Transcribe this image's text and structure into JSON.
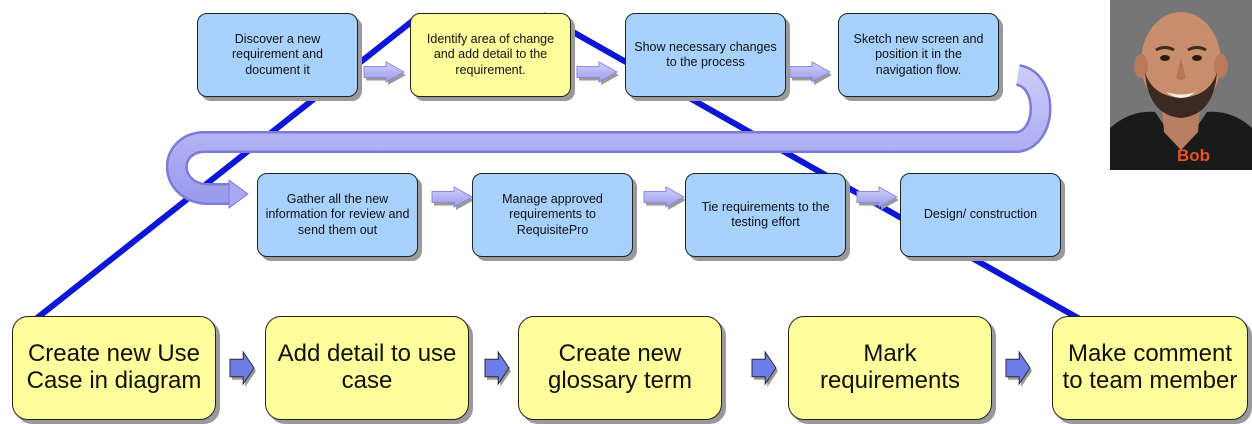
{
  "top_row": [
    {
      "label": "Discover a new requirement and document it",
      "color": "blue"
    },
    {
      "label": "Identify area of change and add detail to the requirement.",
      "color": "yellow"
    },
    {
      "label": "Show necessary changes to the process",
      "color": "blue"
    },
    {
      "label": "Sketch new screen and position it in the navigation flow.",
      "color": "blue"
    }
  ],
  "middle_row": [
    {
      "label": "Gather all the new information for review and send them out"
    },
    {
      "label": "Manage approved requirements to RequisitePro"
    },
    {
      "label": "Tie  requirements to the testing effort"
    },
    {
      "label": "Design/ construction"
    }
  ],
  "bottom_row": [
    {
      "label": "Create new Use Case in diagram"
    },
    {
      "label": "Add detail to use case"
    },
    {
      "label": "Create new glossary term"
    },
    {
      "label": "Mark requirements"
    },
    {
      "label": "Make comment to team member"
    }
  ],
  "person": {
    "name": "Bob"
  },
  "colors": {
    "box_blue": "#a7d1ff",
    "box_yellow": "#fefe9c",
    "connector_line": "#0b16d6",
    "flow_arrow": "#a9a9f1",
    "bottom_arrow": "#6f7de8",
    "name_text": "#e8531d"
  }
}
